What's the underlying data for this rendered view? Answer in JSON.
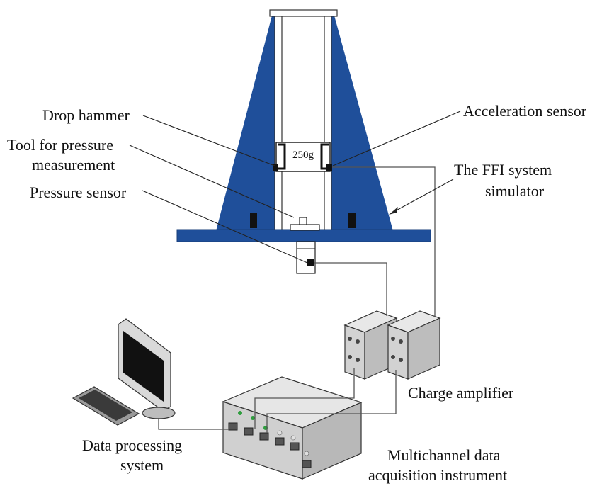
{
  "labels": {
    "drop_hammer": "Drop hammer",
    "tool_line1": "Tool for pressure",
    "tool_line2": "measurement",
    "pressure_sensor": "Pressure sensor",
    "acceleration_sensor": "Acceleration sensor",
    "ffi_line1": "The FFI system",
    "ffi_line2": "simulator",
    "charge_amplifier": "Charge amplifier",
    "dps_line1": "Data processing",
    "dps_line2": "system",
    "daq_line1": "Multichannel data",
    "daq_line2": "acquisition instrument"
  },
  "hammer_weight": "250g",
  "colors": {
    "tower_blue": "#1f4f9a",
    "base_blue": "#1f4f9a",
    "wire": "#555555",
    "device_gray": "#cfcfcf",
    "led_green": "#2e9e3e"
  }
}
